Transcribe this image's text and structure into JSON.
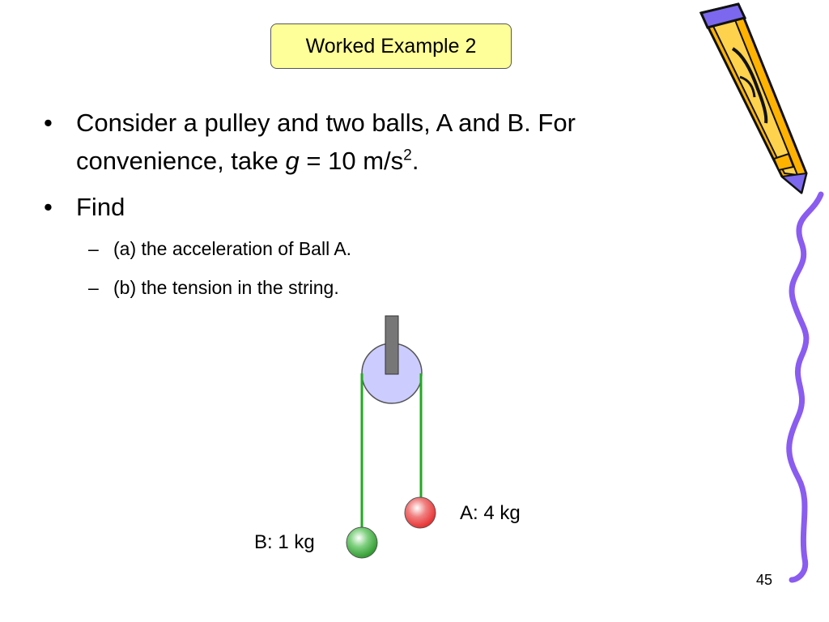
{
  "slide": {
    "title": "Worked Example 2",
    "bullets": [
      {
        "line1": "Consider a pulley and two balls, A and B. For",
        "line2_pre": "convenience, take ",
        "line2_var": "g",
        "line2_mid": " = 10 m/s",
        "line2_sup": "2",
        "line2_post": "."
      },
      {
        "text": "Find"
      }
    ],
    "sub_items": [
      "(a) the acceleration of Ball A.",
      "(b) the tension in the string."
    ],
    "bullet_symbol": "•",
    "dash_symbol": "–",
    "diagram": {
      "label_a": "A: 4 kg",
      "label_b": "B: 1 kg"
    },
    "page_number": "45"
  },
  "colors": {
    "title_fill": "#ffff99",
    "pulley_fill": "#ccccff",
    "string": "#22aa22",
    "ball_a": "#e83030",
    "ball_b": "#3aa83a",
    "squiggle": "#8a5cf0",
    "pencil_body": "#ffb300",
    "pencil_trim": "#7b68ee"
  }
}
